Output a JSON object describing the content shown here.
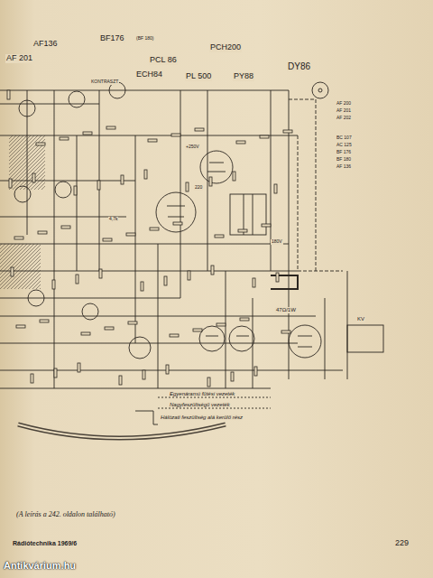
{
  "diagram": {
    "caption": "(A leírás a 242. oldalon található)",
    "labels": [
      "AF136",
      "AF 201",
      "BF176",
      "(BF 180)",
      "PCL 86",
      "ECH84",
      "PCH200",
      "PL 500",
      "PY88",
      "DY86",
      "KONTRASZT",
      "AF 200",
      "AF 201",
      "AF 202",
      "BC 107",
      "AC 125",
      "BF 176",
      "BF 180",
      "AF 136",
      "+250V",
      "220",
      "180V",
      "4,7k",
      "47Ω/1W",
      "KV",
      "Rádiótechnika 1969/6",
      "229",
      "Antikvárium.hu"
    ],
    "legend": [
      {
        "text": "Egyenáramú fűtési vezeték"
      },
      {
        "text": "Nagyfeszültségű vezeték"
      },
      {
        "text": "Hálózati feszültség alá kerülő rész"
      }
    ]
  }
}
